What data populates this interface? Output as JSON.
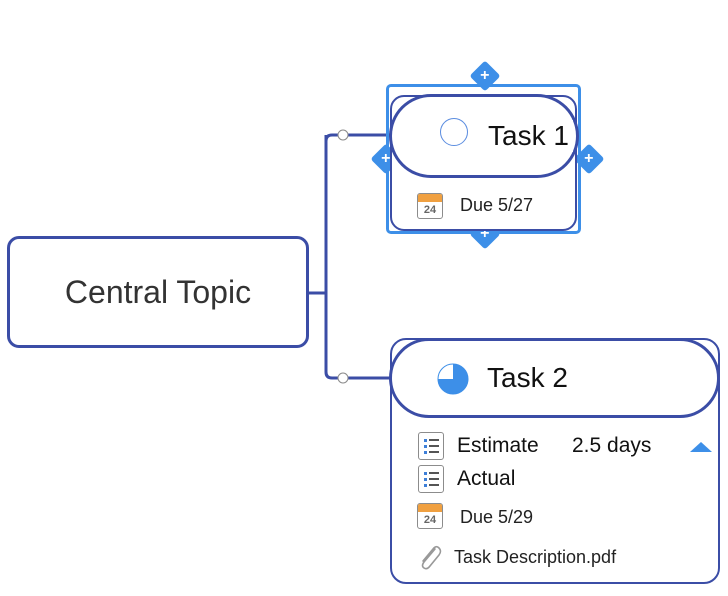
{
  "central_topic": {
    "label": "Central Topic"
  },
  "task1": {
    "title": "Task 1",
    "progress_icon": "empty-circle-icon",
    "due": {
      "icon": "calendar-icon",
      "calendar_number": "24",
      "label": "Due 5/27"
    },
    "selected": true,
    "handles": [
      "+",
      "+",
      "+",
      "+"
    ]
  },
  "task2": {
    "title": "Task 2",
    "progress_icon": "pie-75-icon",
    "estimate": {
      "icon": "list-icon",
      "label": "Estimate",
      "value": "2.5 days",
      "collapse_icon": "triangle-up-icon"
    },
    "actual": {
      "icon": "list-icon",
      "label": "Actual"
    },
    "due": {
      "icon": "calendar-icon",
      "calendar_number": "24",
      "label": "Due 5/29"
    },
    "attachment": {
      "icon": "paperclip-icon",
      "label": "Task Description.pdf"
    }
  },
  "colors": {
    "topic_border": "#3b4da6",
    "selection": "#3d8fe8",
    "calendar_header": "#f0a040",
    "progress": "#3d8fe8"
  }
}
